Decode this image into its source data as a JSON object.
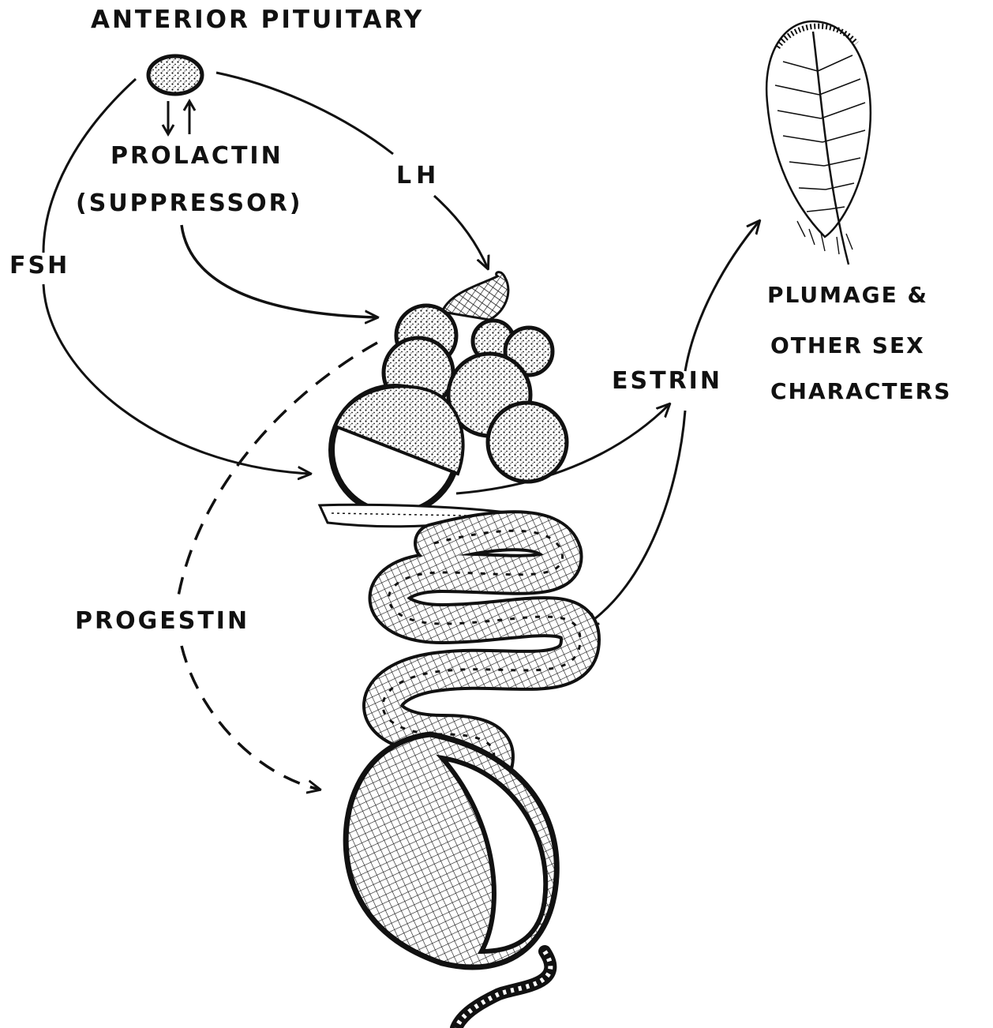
{
  "labels": {
    "title": "ANTERIOR PITUITARY",
    "prolactin": "PROLACTIN",
    "suppressor": "(SUPPRESSOR)",
    "lh": "LH",
    "fsh": "FSH",
    "estrin": "ESTRIN",
    "plumage": "PLUMAGE &",
    "other_sex": "OTHER SEX",
    "characters": "CHARACTERS",
    "progestin": "PROGESTIN"
  },
  "colors": {
    "ink": "#111111",
    "paper": "#ffffff"
  }
}
